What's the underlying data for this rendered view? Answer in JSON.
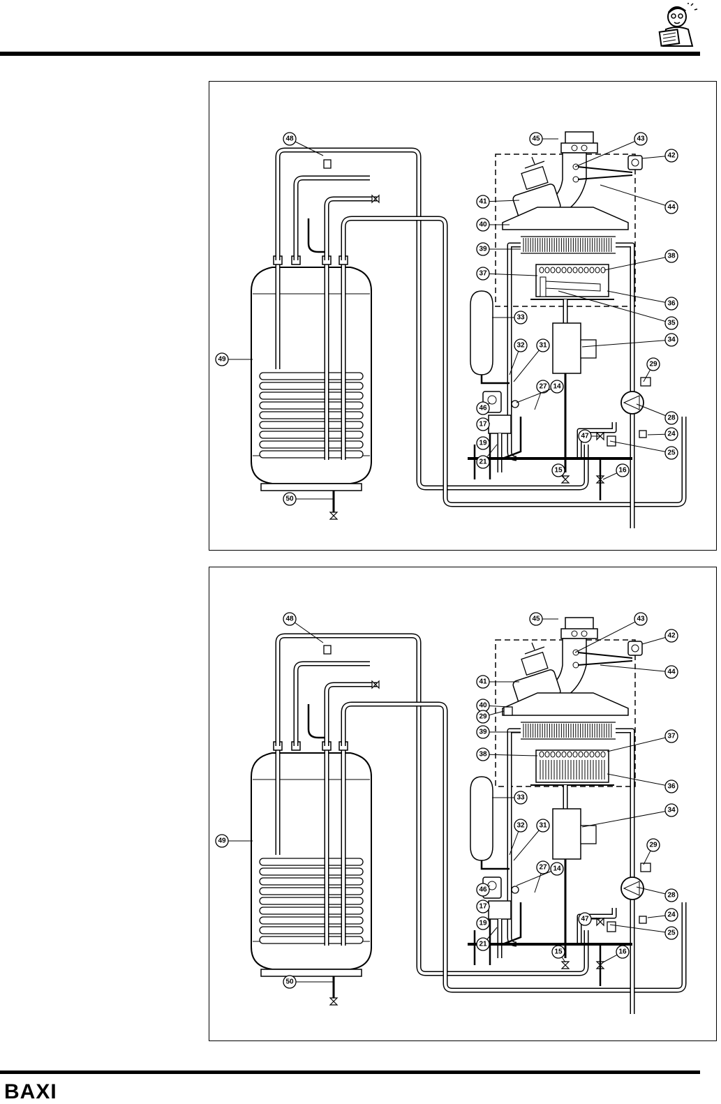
{
  "brand": {
    "logo_text": "BAXI"
  },
  "figure_top": {
    "callouts": [
      "48",
      "45",
      "43",
      "42",
      "41",
      "44",
      "40",
      "39",
      "38",
      "37",
      "36",
      "35",
      "33",
      "34",
      "32",
      "31",
      "29",
      "27",
      "14",
      "46",
      "28",
      "17",
      "24",
      "47",
      "19",
      "25",
      "21",
      "15",
      "16",
      "49",
      "50"
    ]
  },
  "figure_bottom": {
    "callouts": [
      "48",
      "45",
      "43",
      "42",
      "41",
      "44",
      "40",
      "29",
      "39",
      "37",
      "38",
      "36",
      "33",
      "34",
      "32",
      "31",
      "29",
      "27",
      "14",
      "46",
      "28",
      "17",
      "24",
      "47",
      "19",
      "25",
      "21",
      "15",
      "16",
      "49",
      "50"
    ]
  }
}
